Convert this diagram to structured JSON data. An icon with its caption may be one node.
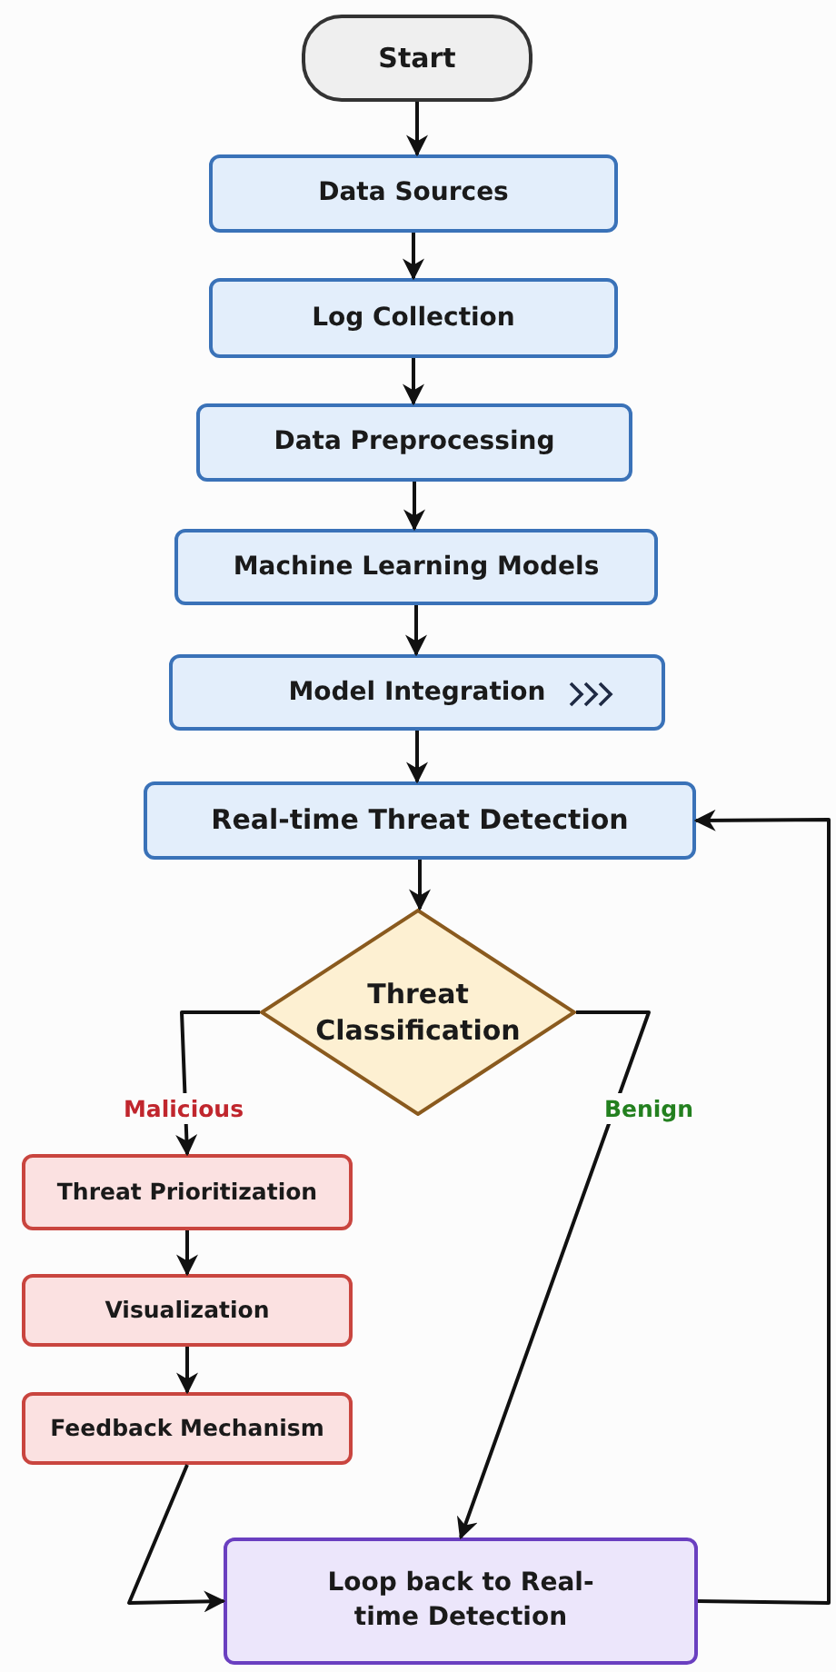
{
  "diagram": {
    "nodes": [
      {
        "text": [
          "Start"
        ]
      },
      {
        "text": [
          "Data Sources"
        ]
      },
      {
        "text": [
          "Log Collection"
        ]
      },
      {
        "text": [
          "Data Preprocessing"
        ]
      },
      {
        "text": [
          "Machine Learning Models"
        ]
      },
      {
        "text": [
          "Model Integration"
        ]
      },
      {
        "text": [
          "Real-time Threat Detection"
        ]
      },
      {
        "text": [
          "Threat Classification"
        ]
      },
      {
        "text": [
          "Threat Prioritization"
        ]
      },
      {
        "text": [
          "Visualization"
        ]
      },
      {
        "text": [
          "Feedback Mechanism"
        ]
      },
      {
        "text": [
          "Loop back to Real-time Detection"
        ]
      }
    ],
    "edges": [
      {
        "from": 0,
        "to": 1,
        "arrow": "to"
      },
      {
        "from": 1,
        "to": 2,
        "arrow": "to"
      },
      {
        "from": 2,
        "to": 3,
        "arrow": "to"
      },
      {
        "from": 3,
        "to": 4,
        "arrow": "to"
      },
      {
        "from": 4,
        "to": 5,
        "arrow": "to"
      },
      {
        "from": 5,
        "to": 6,
        "arrow": "to"
      },
      {
        "from": 6,
        "to": 7,
        "arrow": "to"
      },
      {
        "from": 7,
        "to": 8,
        "arrow": "to",
        "label": "Malicious"
      },
      {
        "from": 7,
        "to": 11,
        "arrow": "to",
        "label": "Benign"
      },
      {
        "from": 8,
        "to": 9,
        "arrow": "to"
      },
      {
        "from": 9,
        "to": 10,
        "arrow": "to"
      },
      {
        "from": 10,
        "to": 11,
        "arrow": "to"
      },
      {
        "from": 11,
        "to": 6,
        "arrow": "to"
      }
    ]
  }
}
